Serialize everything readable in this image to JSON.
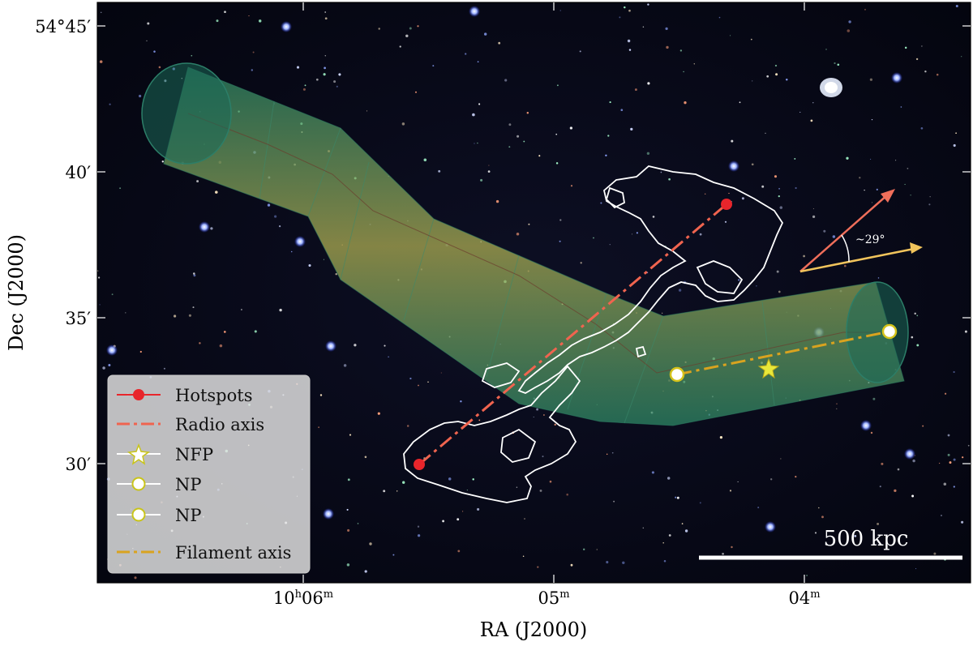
{
  "axes": {
    "xlabel": "RA (J2000)",
    "ylabel": "Dec (J2000)",
    "xticks": [
      {
        "main": "10",
        "sup1": "h",
        "mid": "06",
        "sup2": "m"
      },
      {
        "main": "05",
        "sup1": "m",
        "mid": "",
        "sup2": ""
      },
      {
        "main": "04",
        "sup1": "m",
        "mid": "",
        "sup2": ""
      }
    ],
    "yticks": [
      "54°45′",
      "40′",
      "35′",
      "30′"
    ]
  },
  "legend": {
    "placement": "lower-left",
    "items": [
      {
        "label": "Hotspots",
        "marker": "red-circle"
      },
      {
        "label": "Radio axis",
        "marker": "salmon-dashdot-line"
      },
      {
        "label": "NFP",
        "marker": "yellow-star"
      },
      {
        "label": "NP",
        "marker": "white-circle-yellow-edge"
      },
      {
        "label": "NP",
        "marker": "white-circle-yellow-edge"
      },
      {
        "label": "Filament axis",
        "marker": "gold-dashdot-line"
      }
    ]
  },
  "annotations": {
    "angle_label": "~29°",
    "scale_bar_label": "500 kpc"
  },
  "colors": {
    "hotspot": "#e8252b",
    "radio_axis": "#f0644f",
    "filament_axis": "#d9a31f",
    "star": "#e8e83a",
    "np_edge": "#d4c21a",
    "filament_fill": "#7fae5a",
    "contour": "#ffffff",
    "radio_arrow": "#ef6e5a",
    "filament_arrow": "#f1c45c",
    "sky": "#07081c"
  }
}
